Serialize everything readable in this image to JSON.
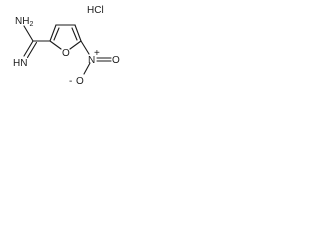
{
  "structure": {
    "salt_label": "HCl",
    "labels": {
      "amine": "NH",
      "amine_subscript": "2",
      "imine": "HN",
      "ring_oxygen": "O",
      "nitro_n": "N",
      "nitro_charge_pos": "+",
      "nitro_o_single": "O",
      "nitro_o_single_charge": "-",
      "nitro_o_double": "O"
    }
  },
  "colors": {
    "ink": "#1a1a1a",
    "background": "#ffffff"
  }
}
